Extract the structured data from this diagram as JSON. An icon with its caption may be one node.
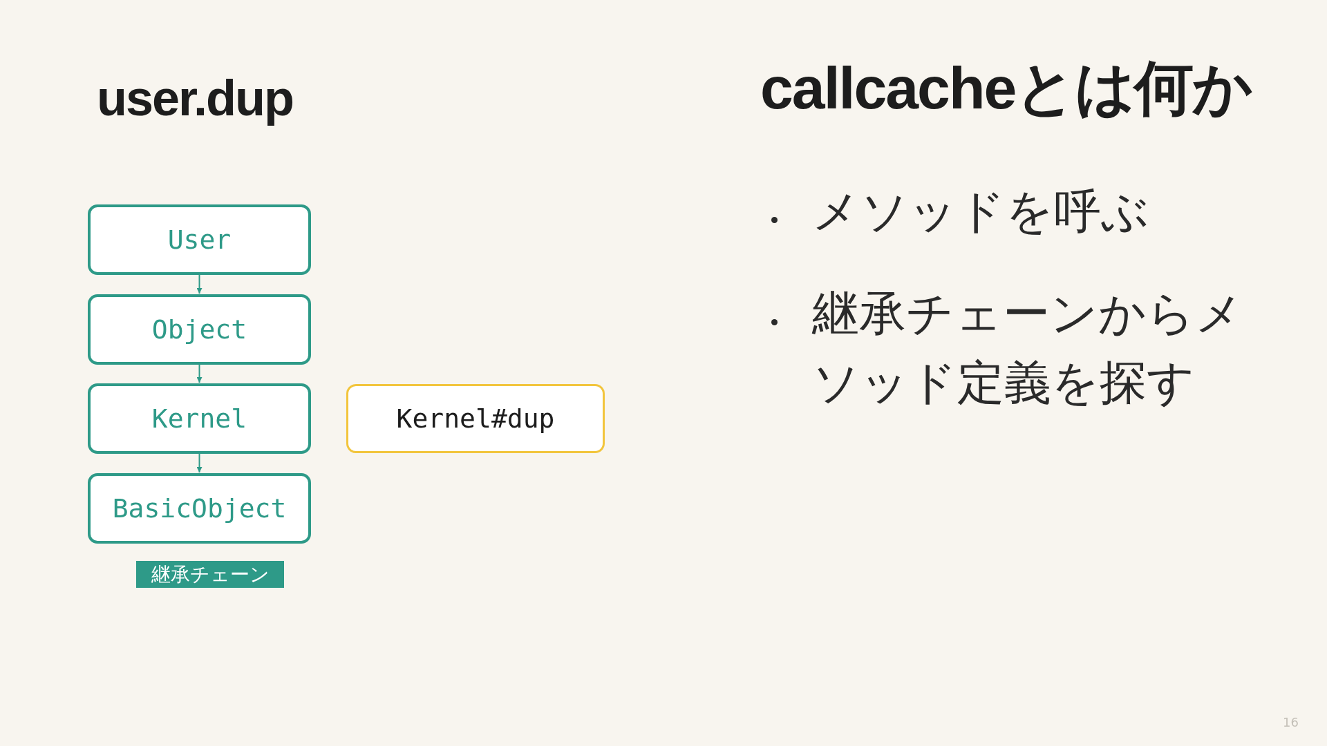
{
  "diagram": {
    "title": "callcacheとは何か",
    "nodes": [
      {
        "text": [
          "User"
        ]
      },
      {
        "text": [
          "Object"
        ]
      },
      {
        "text": [
          "Kernel"
        ]
      },
      {
        "text": [
          "BasicObject"
        ]
      },
      {
        "text": [
          "Kernel#dup"
        ]
      },
      {
        "text": [
          "継承チェーン"
        ]
      }
    ],
    "edges": [
      {
        "from": 0,
        "to": 1,
        "arrow": "to"
      },
      {
        "from": 1,
        "to": 2,
        "arrow": "to"
      },
      {
        "from": 2,
        "to": 3,
        "arrow": "to"
      }
    ],
    "labels": [
      "user.dup",
      "メソッドを呼ぶ",
      "継承チェーンからメソッド定義を探す",
      "16"
    ]
  }
}
